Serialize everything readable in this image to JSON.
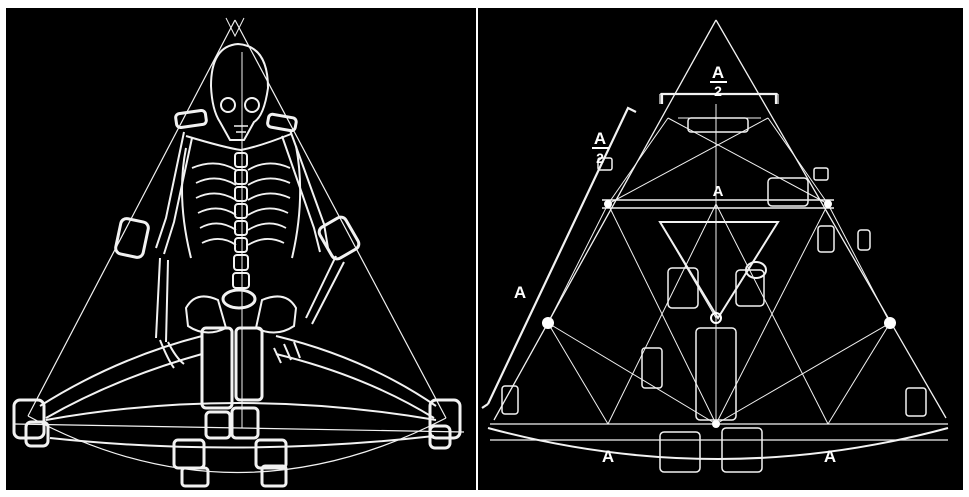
{
  "colors": {
    "background": "#000000",
    "line": "#f2f2f2",
    "frame": "#ffffff"
  },
  "left": {},
  "right": {
    "labels": {
      "top_half_num": "A",
      "top_half_den": "2",
      "side_half_num": "A",
      "side_half_den": "2",
      "center_a": "A",
      "side_a": "A",
      "base_a_left": "A",
      "base_a_right": "A"
    }
  }
}
